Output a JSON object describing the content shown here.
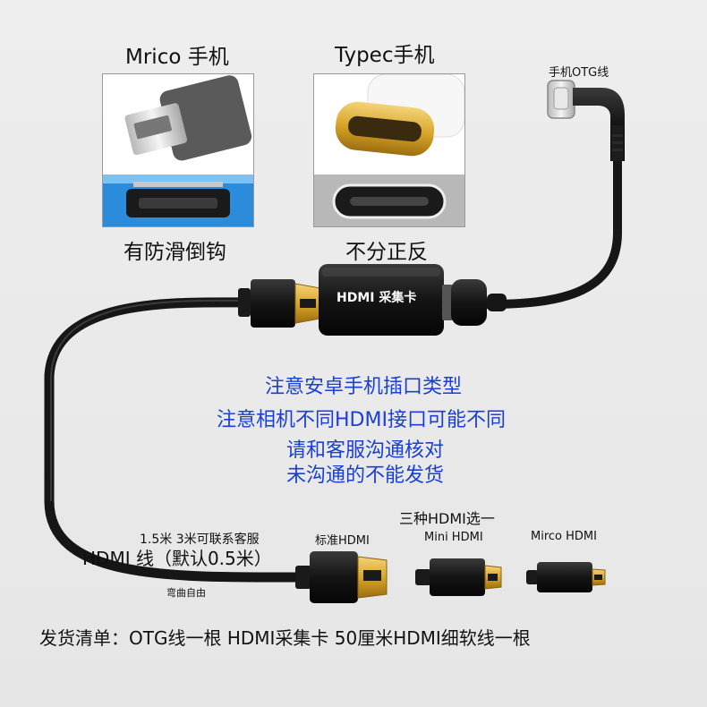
{
  "phone_types": [
    {
      "title": "Mrico 手机",
      "caption": "有防滑倒钩"
    },
    {
      "title": "Typec手机",
      "caption": "不分正反"
    }
  ],
  "otg_label": "手机OTG线",
  "capture_card_label": "HDMI 采集卡",
  "notices": [
    "注意安卓手机插口类型",
    "注意相机不同HDMI接口可能不同",
    "请和客服沟通核对",
    "未沟通的不能发货"
  ],
  "hdmi_cable": {
    "length_note": "1.5米  3米可联系客服",
    "name": "HDMI 线（默认0.5米）",
    "flex_note": "弯曲自由"
  },
  "connector_choice": {
    "heading": "三种HDMI选一",
    "options": [
      "标准HDMI",
      "Mini HDMI",
      "Mirco HDMI"
    ]
  },
  "package_list": "发货清单：OTG线一根   HDMI采集卡  50厘米HDMI细软线一根",
  "colors": {
    "notice_blue": "#1a3fd6",
    "connector_gold": "#d9a62a",
    "cable_black": "#161616"
  }
}
